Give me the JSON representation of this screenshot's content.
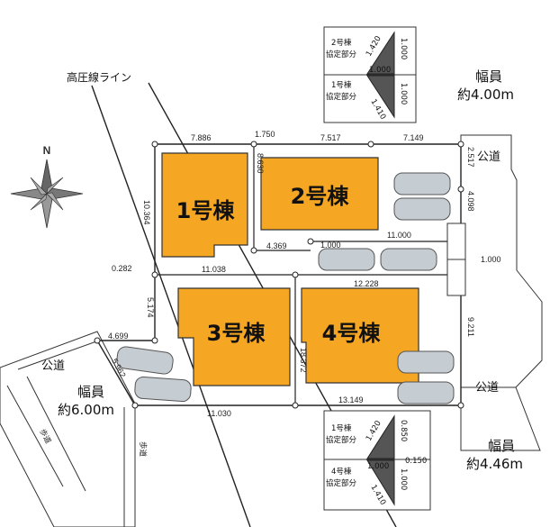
{
  "compass": {
    "label": "N",
    "icon": "compass-rose-icon"
  },
  "power_line": {
    "label": "高圧線ライン"
  },
  "buildings": [
    {
      "id": "b1",
      "label": "1号棟"
    },
    {
      "id": "b2",
      "label": "2号棟"
    },
    {
      "id": "b3",
      "label": "3号棟"
    },
    {
      "id": "b4",
      "label": "4号棟"
    }
  ],
  "roads": {
    "east": {
      "label": "公道",
      "width_title": "幅員",
      "width_value": "約4.00m"
    },
    "southeast": {
      "label": "公道",
      "width_title": "幅員",
      "width_value": "約4.46m"
    },
    "west": {
      "label": "公道",
      "width_title": "幅員",
      "width_value": "約6.00m"
    },
    "sidewalk_left": "歩道",
    "sidewalk_right": "歩道"
  },
  "dimensions": {
    "top_1": "7.886",
    "top_2": "1.750",
    "top_3": "7.517",
    "top_4": "7.149",
    "east_1": "2.517",
    "east_2": "4.098",
    "east_3": "1.000",
    "east_4": "9.211",
    "left_1": "10.364",
    "mid_1": "8.630",
    "mid_2": "4.369",
    "mid_3": "1.000",
    "mid_4": "11.000",
    "mid_5": "11.038",
    "mid_6": "12.228",
    "left_2": "0.282",
    "left_3": "5.174",
    "lower_1": "4.699",
    "lower_2": "5.962",
    "lower_3": "18.372",
    "bottom_1": "11.030",
    "bottom_2": "13.149"
  },
  "detail_top": {
    "upper_label": "2号棟\n協定部分",
    "lower_label": "1号棟\n協定部分",
    "dims": [
      "1.420",
      "1.000",
      "1.000",
      "1.000",
      "1.410"
    ]
  },
  "detail_bottom": {
    "upper_label": "1号棟\n協定部分",
    "lower_label": "4号棟\n協定部分",
    "dims": [
      "1.420",
      "0.850",
      "0.150",
      "1.000",
      "1.000",
      "1.410"
    ]
  },
  "colors": {
    "building": "#F5A623",
    "building_stroke": "#333333",
    "car": "#bfc6cc",
    "line": "#222222"
  }
}
